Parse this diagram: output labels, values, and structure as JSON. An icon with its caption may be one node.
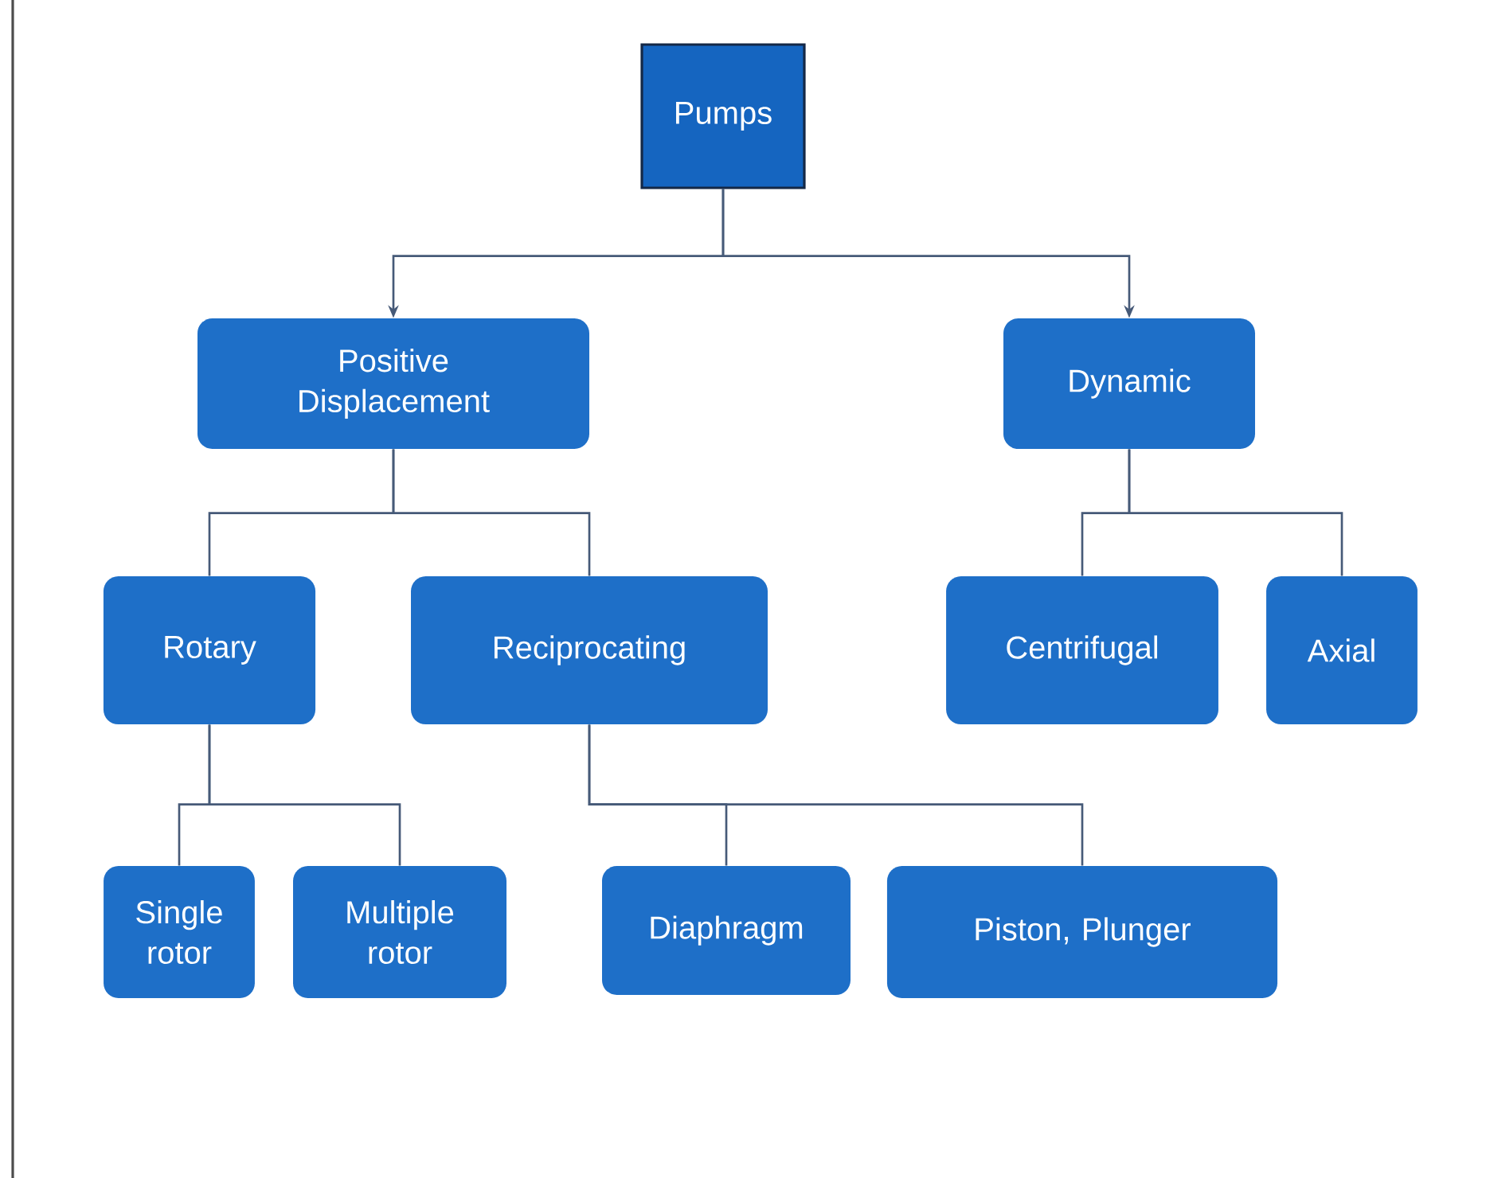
{
  "diagram": {
    "nodes": [
      {
        "text": [
          "Pumps"
        ]
      },
      {
        "text": [
          "Positive Displacement"
        ]
      },
      {
        "text": [
          "Dynamic"
        ]
      },
      {
        "text": [
          "Rotary"
        ]
      },
      {
        "text": [
          "Reciprocating"
        ]
      },
      {
        "text": [
          "Centrifugal"
        ]
      },
      {
        "text": [
          "Axial"
        ]
      },
      {
        "text": [
          "Single rotor"
        ]
      },
      {
        "text": [
          "Multiple rotor"
        ]
      },
      {
        "text": [
          "Diaphragm"
        ]
      },
      {
        "text": [
          "Piston, Plunger"
        ]
      }
    ],
    "edges": [
      {
        "from": 0,
        "to": 1,
        "arrow": "to"
      },
      {
        "from": 0,
        "to": 2,
        "arrow": "to"
      },
      {
        "from": 1,
        "to": 3,
        "arrow": "none"
      },
      {
        "from": 1,
        "to": 4,
        "arrow": "none"
      },
      {
        "from": 2,
        "to": 5,
        "arrow": "none"
      },
      {
        "from": 2,
        "to": 6,
        "arrow": "none"
      },
      {
        "from": 3,
        "to": 7,
        "arrow": "none"
      },
      {
        "from": 3,
        "to": 8,
        "arrow": "none"
      },
      {
        "from": 4,
        "to": 9,
        "arrow": "none"
      },
      {
        "from": 4,
        "to": 10,
        "arrow": "none"
      }
    ]
  }
}
